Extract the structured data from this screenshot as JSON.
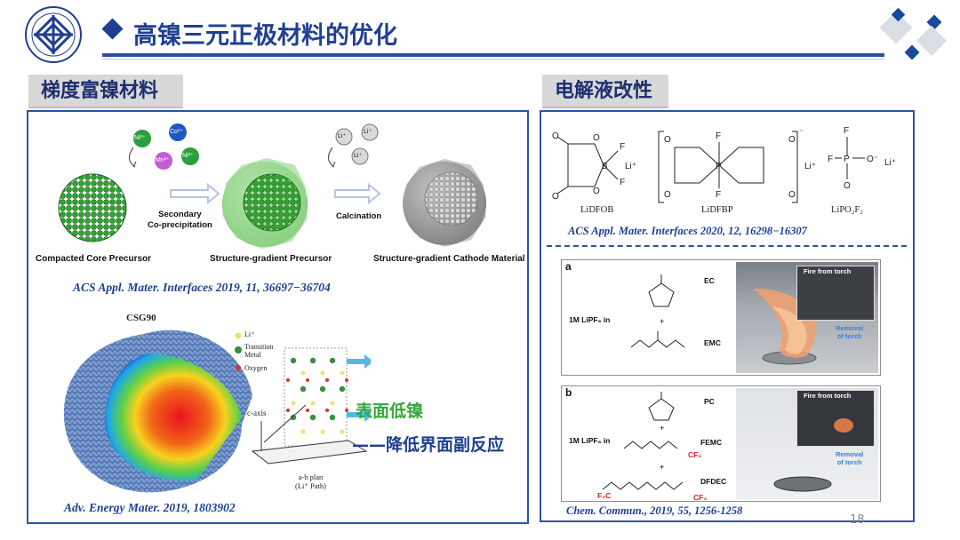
{
  "title": "高镍三元正极材料的优化",
  "page_number": "18",
  "left": {
    "header": "梯度富镍材料",
    "ions_top": [
      "Ni²⁺",
      "Co²⁺",
      "Mn²⁺",
      "Ni²⁺"
    ],
    "ions_li": [
      "Li⁺",
      "Li⁺",
      "Li⁺"
    ],
    "step1": "Secondary\nCo-precipitation",
    "step2": "Calcination",
    "stage_labels": [
      "Compacted Core Precursor",
      "Structure-gradient Precursor",
      "Structure-gradient Cathode Material"
    ],
    "citation1": "ACS Appl. Mater. Interfaces 2019, 11, 36697−36704",
    "csg_title": "CSG90",
    "legend": [
      "Li⁺",
      "Transition\nMetal",
      "Oxygen"
    ],
    "c_axis": "c-axis",
    "ab_plan": "a-b plan\n(Li⁺ Path)",
    "text_green": "表面低镍",
    "text_blue": "——降低界面副反应",
    "citation2": "Adv. Energy Mater. 2019, 1803902"
  },
  "right": {
    "header": "电解液改性",
    "chem_names": [
      "LiDFOB",
      "LiDFBP",
      "LiPO₂F₂"
    ],
    "citation1": "ACS Appl. Mater. Interfaces 2020, 12, 16298−16307",
    "panel_a": {
      "letter": "a",
      "salt": "1M LiPF₆ in",
      "solvents": [
        "EC",
        "EMC"
      ],
      "photo_inset": "Fire from torch",
      "photo_note": "Removal\nof torch"
    },
    "panel_b": {
      "letter": "b",
      "salt": "1M LiPF₆ in",
      "solvents": [
        "PC",
        "FEMC",
        "DFDEC"
      ],
      "cf3": [
        "CF₃",
        "CF₃",
        "F₃C"
      ],
      "photo_inset": "Fire from torch",
      "photo_note": "Removal\nof torch"
    },
    "citation2": "Chem. Commun., 2019, 55, 1256-1258"
  },
  "colors": {
    "accent": "#1f3f93",
    "green": "#35a83a",
    "panel_border": "#2b55a3"
  }
}
